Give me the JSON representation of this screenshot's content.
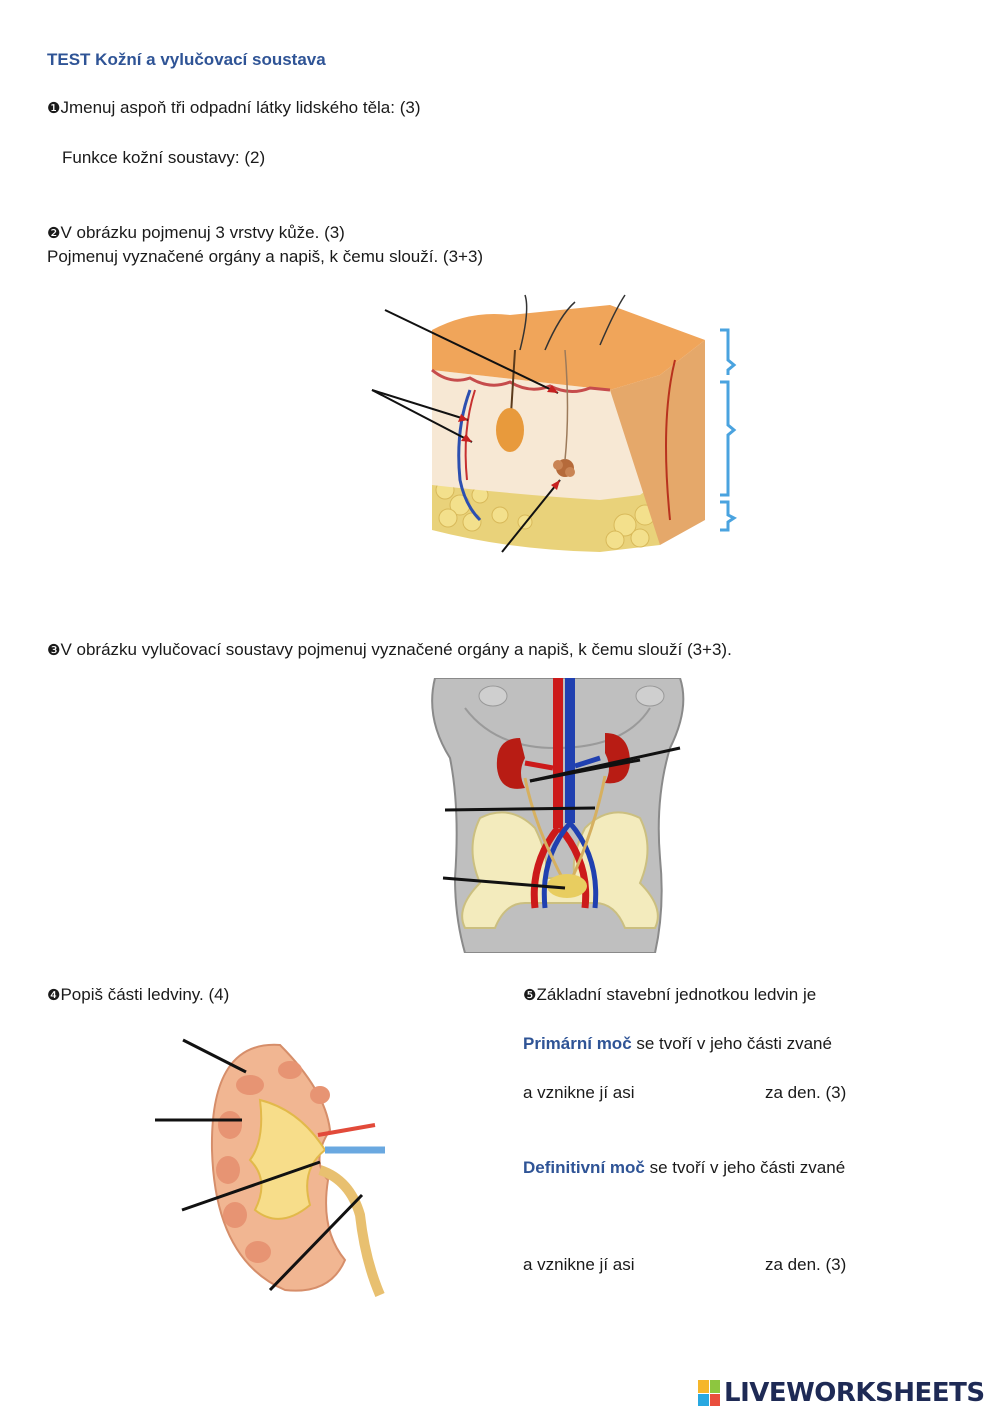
{
  "title": "TEST Kožní a vylučovací soustava",
  "q1": {
    "number": "❶",
    "text": "Jmenuj aspoň tři odpadní látky lidského těla: (3)",
    "sub": "Funkce kožní soustavy: (2)"
  },
  "q2": {
    "number": "❷",
    "text": "V obrázku pojmenuj 3 vrstvy kůže. (3)",
    "text2": "Pojmenuj vyznačené orgány a napiš, k čemu slouží. (3+3)"
  },
  "q3": {
    "number": "❸",
    "text": "V obrázku vylučovací soustavy pojmenuj vyznačené orgány a napiš, k čemu slouží (3+3)."
  },
  "q4": {
    "number": "❹",
    "text": "Popiš části ledviny. (4)"
  },
  "q5": {
    "number": "❺",
    "text": "Základní stavební jednotkou ledvin je",
    "primary_bold": "Primární moč",
    "primary_rest": " se tvoří v jeho části zvané",
    "arises1": "a vznikne jí asi",
    "per_day1": "za den. (3)",
    "definitive_bold": "Definitivní moč",
    "definitive_rest": " se tvoří v jeho části zvané",
    "arises2": "a vznikne jí asi",
    "per_day2": "za den. (3)"
  },
  "footer": {
    "logo_text": "LIVEWORKSHEETS"
  },
  "colors": {
    "heading": "#2f5496",
    "logo": "#1e2a55"
  }
}
